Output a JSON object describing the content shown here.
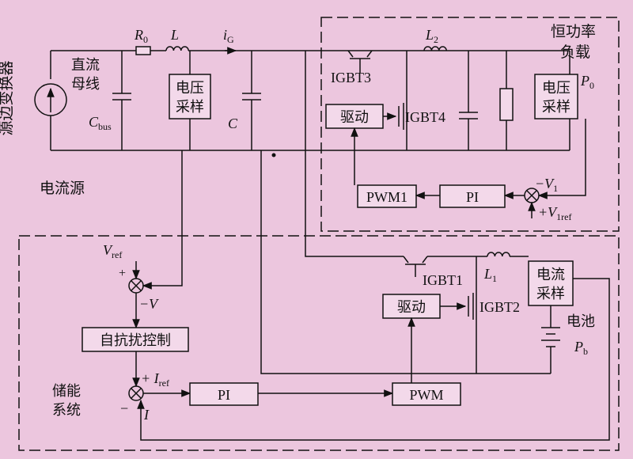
{
  "source_converter": "源边变换器",
  "dc_bus_line1": "直流",
  "dc_bus_line2": "母线",
  "r0": "R",
  "r0_sub": "0",
  "inductor_l": "L",
  "i_g": "i",
  "i_g_sub": "G",
  "c_bus": "C",
  "c_bus_sub": "bus",
  "c": "C",
  "v_sample_line1": "电压",
  "v_sample_line2": "采样",
  "current_source": "电流源",
  "load_label_line1": "恒功率",
  "load_label_line2": "负载",
  "l2": "L",
  "l2_sub": "2",
  "igbt3": "IGBT3",
  "igbt4": "IGBT4",
  "drive": "驱动",
  "load_v_sample_line1": "电压",
  "load_v_sample_line2": "采样",
  "p0": "P",
  "p0_sub": "0",
  "pwm1": "PWM1",
  "pi": "PI",
  "minus_v1": "−V",
  "v1_sub": "1",
  "plus_v1ref": "+V",
  "v1ref_sub": "1ref",
  "v_ref": "V",
  "v_ref_sub": "ref",
  "plus": "+",
  "minus_v": "−V",
  "adrc": "自抗扰控制",
  "storage_line1": "储能",
  "storage_line2": "系统",
  "plus_i_ref": "+ I",
  "i_ref_sub": "ref",
  "minus": "−",
  "i": "I",
  "pi2": "PI",
  "pwm": "PWM",
  "igbt1": "IGBT1",
  "l1": "L",
  "l1_sub": "1",
  "drive2": "驱动",
  "igbt2": "IGBT2",
  "i_sample_line1": "电流",
  "i_sample_line2": "采样",
  "battery": "电池",
  "pb": "P",
  "pb_sub": "b"
}
